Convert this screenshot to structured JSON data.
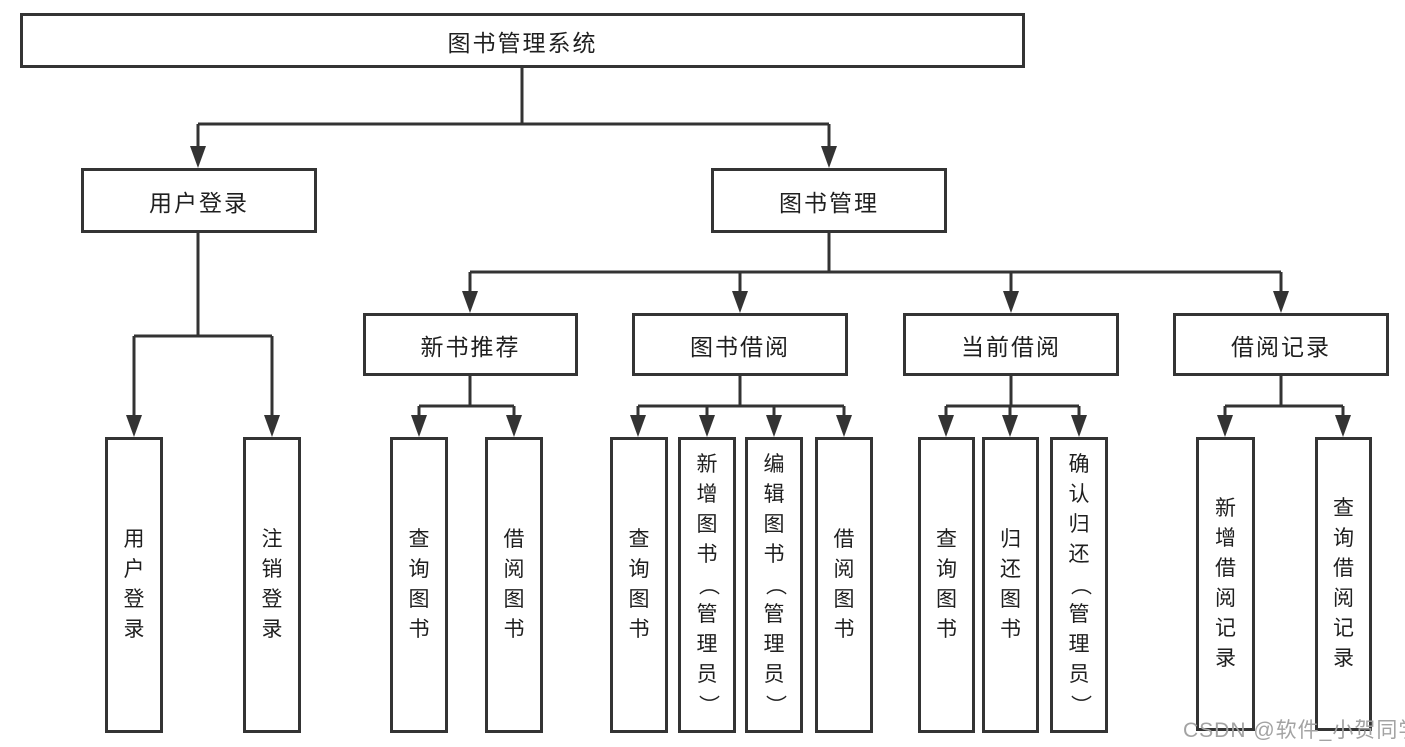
{
  "diagram": {
    "title": "图书管理系统",
    "colors": {
      "line": "#333333",
      "box_border": "#343434",
      "text": "#1f1f1f",
      "watermark": "#a3a3a3",
      "background": "#ffffff"
    },
    "root": {
      "label": "图书管理系统"
    },
    "l2": [
      {
        "label": "用户登录"
      },
      {
        "label": "图书管理"
      }
    ],
    "l3": [
      {
        "label": "新书推荐"
      },
      {
        "label": "图书借阅"
      },
      {
        "label": "当前借阅"
      },
      {
        "label": "借阅记录"
      }
    ],
    "leaves": [
      {
        "label": "用户登录"
      },
      {
        "label": "注销登录"
      },
      {
        "label": "查询图书"
      },
      {
        "label": "借阅图书"
      },
      {
        "label": "查询图书"
      },
      {
        "label": "新增图书（管理员）"
      },
      {
        "label": "编辑图书（管理员）"
      },
      {
        "label": "借阅图书"
      },
      {
        "label": "查询图书"
      },
      {
        "label": "归还图书"
      },
      {
        "label": "确认归还（管理员）"
      },
      {
        "label": "新增借阅记录"
      },
      {
        "label": "查询借阅记录"
      }
    ],
    "watermark": "CSDN @软件_小贺同学"
  }
}
